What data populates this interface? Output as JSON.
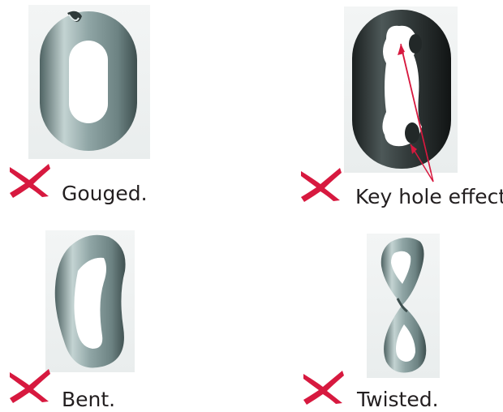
{
  "colors": {
    "reject_mark": "#d7193f",
    "label_text": "#231f20",
    "arrow": "#d7193f",
    "link_mid": "#8fa5a5",
    "link_dark": "#4f6363"
  },
  "items": [
    {
      "label": "Gouged.",
      "icon": "x-mark-icon"
    },
    {
      "label": "Key hole effect.",
      "icon": "x-mark-icon"
    },
    {
      "label": "Bent.",
      "icon": "x-mark-icon"
    },
    {
      "label": "Twisted.",
      "icon": "x-mark-icon"
    }
  ]
}
